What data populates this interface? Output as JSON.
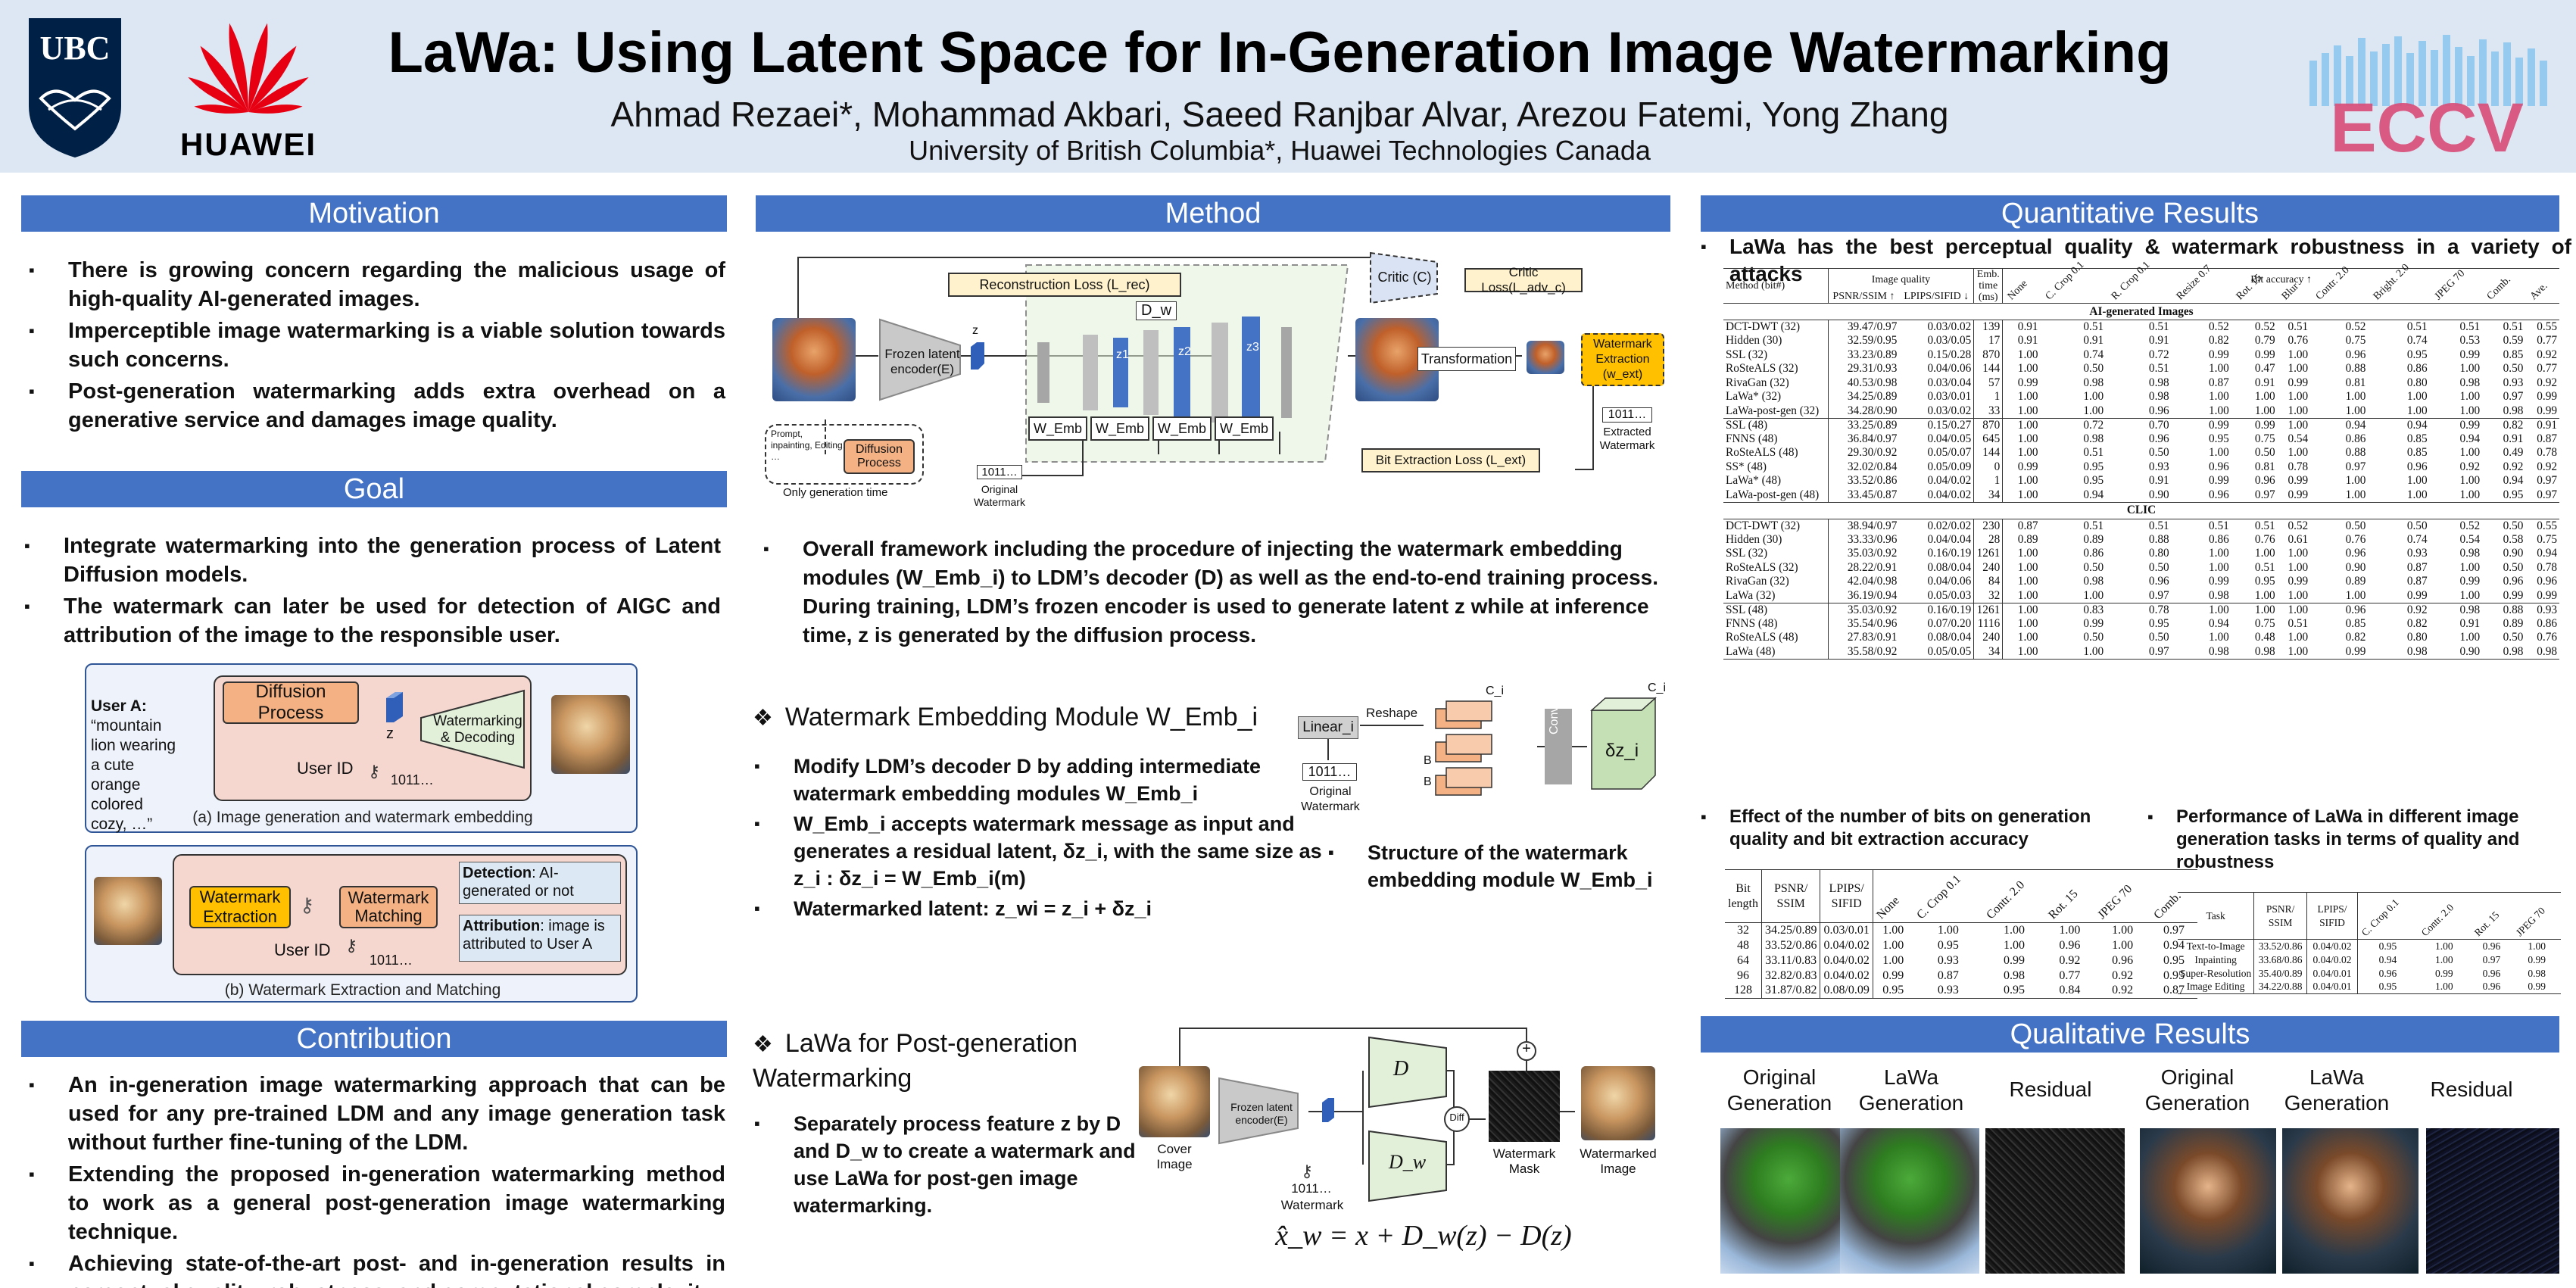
{
  "header": {
    "title": "LaWa: Using Latent Space for In-Generation Image Watermarking",
    "authors": "Ahmad Rezaei*, Mohammad Akbari, Saeed Ranjbar Alvar, Arezou Fatemi, Yong Zhang",
    "affiliation": "University of British Columbia*, Huawei Technologies Canada",
    "logo_ubc": "UBC",
    "logo_huawei": "HUAWEI",
    "logo_eccv": "ECCV"
  },
  "motivation": {
    "heading": "Motivation",
    "items": [
      "There is growing concern regarding the malicious usage of high-quality AI-generated images.",
      "Imperceptible image watermarking is a viable solution towards such concerns.",
      "Post-generation watermarking adds extra overhead on a generative service and damages image quality."
    ]
  },
  "goal": {
    "heading": "Goal",
    "items": [
      "Integrate watermarking into the generation process of Latent Diffusion models.",
      "The watermark can later be used for detection of AIGC and attribution of the image to the responsible user."
    ],
    "fig_a": {
      "user": "User A:",
      "prompt": "“mountain lion wearing a cute orange colored cozy, …”",
      "diffusion": "Diffusion Process",
      "z": "z",
      "wm_decoding": "Watermarking & Decoding",
      "user_id": "User ID",
      "bits": "1011…",
      "caption": "(a) Image generation and watermark embedding"
    },
    "fig_b": {
      "extraction": "Watermark Extraction",
      "matching": "Watermark Matching",
      "user_id": "User ID",
      "bits": "1011…",
      "detection_label": "Detection",
      "detection_text": ": AI-generated or not",
      "attribution_label": "Attribution",
      "attribution_text": ": image is attributed to User A",
      "caption": "(b) Watermark Extraction and Matching"
    }
  },
  "contribution": {
    "heading": "Contribution",
    "items": [
      "An in-generation image watermarking approach that can be used for any pre-trained LDM and any image generation task without further fine-tuning of the LDM.",
      "Extending the proposed in-generation watermarking method to work as a general post-generation image watermarking technique.",
      "Achieving state-of-the-art post- and in-generation results in perceptual quality, robustness, and computational complexity."
    ]
  },
  "method": {
    "heading": "Method",
    "fig1": {
      "rec_loss": "Reconstruction Loss (L_rec)",
      "critic": "Critic (C)",
      "critic_loss": "Critic Loss(L_adv_c)",
      "dw": "D_w",
      "frozen": "Frozen latent encoder(E)",
      "z": "z",
      "z1": "z1",
      "z2": "z2",
      "z3": "z3",
      "wemb": "W_Emb",
      "transformation": "Transformation",
      "wm_extraction": "Watermark Extraction (w_ext)",
      "extracted_bits": "1011…",
      "extracted_label": "Extracted Watermark",
      "bit_loss": "Bit Extraction Loss (L_ext)",
      "prompt": "Prompt, inpainting, Editing, …",
      "diffusion": "Diffusion Process",
      "only_gen": "Only generation time",
      "orig_bits": "1011…",
      "orig_label": "Original Watermark"
    },
    "fig1_caption": "Overall framework including the procedure of injecting the watermark embedding modules (W_Emb_i) to LDM’s decoder (D) as well as the end-to-end training process. During training, LDM’s frozen encoder is used to generate latent z while at inference time, z is generated by the diffusion process.",
    "wem": {
      "heading": "Watermark Embedding Module W_Emb_i",
      "items": [
        "Modify LDM’s decoder D by adding intermediate watermark embedding modules W_Emb_i",
        "W_Emb_i accepts watermark message as input and generates a residual latent, δz_i, with the same size as z_i : δz_i = W_Emb_i(m)",
        "Watermarked latent: z_wi = z_i + δz_i"
      ],
      "linear": "Linear_i",
      "reshape": "Reshape",
      "conv": "Conv_i",
      "dz": "δz_i",
      "ci": "C_i",
      "b": "B",
      "bits": "1011…",
      "orig_label": "Original Watermark",
      "struct_caption": "Structure of the watermark embedding module W_Emb_i"
    },
    "post": {
      "heading": "LaWa for Post-generation Watermarking",
      "items": [
        "Separately process feature z by D and D_w to create a watermark and use LaWa for post-gen image watermarking."
      ],
      "cover": "Cover Image",
      "frozen": "Frozen latent encoder(E)",
      "d": "D",
      "dw": "D_w",
      "diff": "Diff",
      "plus": "+",
      "mask": "Watermark Mask",
      "watermarked": "Watermarked Image",
      "bits": "1011…",
      "wm_label": "Watermark",
      "equation": "x̂_w = x + D_w(z) − D(z)"
    }
  },
  "quant": {
    "heading": "Quantitative Results",
    "lead": "LaWa has the best perceptual quality & watermark robustness in a variety of attacks",
    "main_table": {
      "method_head": "Method (bit#)",
      "iq_head": "Image quality",
      "psnr_head": "PSNR/SSIM ↑",
      "lpips_head": "LPIPS/SIFID ↓",
      "emb_head": "Emb. time (ms)",
      "bit_head": "Bit accuracy ↑",
      "attacks": [
        "None",
        "C. Crop 0.1",
        "R. Crop 0.1",
        "Resize 0.7",
        "Rot. 15",
        "Blur",
        "Contr. 2.0",
        "Bright. 2.0",
        "JPEG 70",
        "Comb.",
        "Ave."
      ],
      "sections": [
        {
          "name": "AI-generated Images",
          "groups": [
            [
              {
                "m": "DCT-DWT (32)",
                "p": "39.47/0.97",
                "l": "0.03/0.02",
                "t": "139",
                "v": [
                  "0.91",
                  "0.51",
                  "0.51",
                  "0.52",
                  "0.52",
                  "0.51",
                  "0.52",
                  "0.51",
                  "0.51",
                  "0.51",
                  "0.55"
                ]
              },
              {
                "m": "Hidden (30)",
                "p": "32.59/0.95",
                "l": "0.03/0.05",
                "t": "17",
                "v": [
                  "0.91",
                  "0.91",
                  "0.91",
                  "0.82",
                  "0.79",
                  "0.76",
                  "0.75",
                  "0.74",
                  "0.53",
                  "0.59",
                  "0.77"
                ]
              },
              {
                "m": "SSL (32)",
                "p": "33.23/0.89",
                "l": "0.15/0.28",
                "t": "870",
                "v": [
                  "1.00",
                  "0.74",
                  "0.72",
                  "0.99",
                  "0.99",
                  "1.00",
                  "0.96",
                  "0.95",
                  "0.99",
                  "0.85",
                  "0.92"
                ]
              },
              {
                "m": "RoSteALS (32)",
                "p": "29.31/0.93",
                "l": "0.04/0.06",
                "t": "144",
                "v": [
                  "1.00",
                  "0.50",
                  "0.51",
                  "1.00",
                  "0.47",
                  "1.00",
                  "0.88",
                  "0.86",
                  "1.00",
                  "0.50",
                  "0.77"
                ]
              },
              {
                "m": "RivaGan (32)",
                "p": "40.53/0.98",
                "l": "0.03/0.04",
                "t": "57",
                "v": [
                  "0.99",
                  "0.98",
                  "0.98",
                  "0.87",
                  "0.91",
                  "0.99",
                  "0.81",
                  "0.80",
                  "0.98",
                  "0.93",
                  "0.92"
                ]
              },
              {
                "m": "LaWa* (32)",
                "p": "34.25/0.89",
                "l": "0.03/0.01",
                "t": "1",
                "v": [
                  "1.00",
                  "1.00",
                  "0.98",
                  "1.00",
                  "1.00",
                  "1.00",
                  "1.00",
                  "1.00",
                  "1.00",
                  "0.97",
                  "0.99"
                ]
              },
              {
                "m": "LaWa-post-gen (32)",
                "p": "34.28/0.90",
                "l": "0.03/0.02",
                "t": "33",
                "v": [
                  "1.00",
                  "1.00",
                  "0.96",
                  "1.00",
                  "1.00",
                  "1.00",
                  "1.00",
                  "1.00",
                  "1.00",
                  "0.98",
                  "0.99"
                ]
              }
            ],
            [
              {
                "m": "SSL (48)",
                "p": "33.25/0.89",
                "l": "0.15/0.27",
                "t": "870",
                "v": [
                  "1.00",
                  "0.72",
                  "0.70",
                  "0.99",
                  "0.99",
                  "1.00",
                  "0.94",
                  "0.94",
                  "0.99",
                  "0.82",
                  "0.91"
                ]
              },
              {
                "m": "FNNS (48)",
                "p": "36.84/0.97",
                "l": "0.04/0.05",
                "t": "645",
                "v": [
                  "1.00",
                  "0.98",
                  "0.96",
                  "0.95",
                  "0.75",
                  "0.54",
                  "0.86",
                  "0.85",
                  "0.94",
                  "0.91",
                  "0.87"
                ]
              },
              {
                "m": "RoSteALS (48)",
                "p": "29.30/0.92",
                "l": "0.05/0.07",
                "t": "144",
                "v": [
                  "1.00",
                  "0.51",
                  "0.50",
                  "1.00",
                  "0.50",
                  "1.00",
                  "0.88",
                  "0.85",
                  "1.00",
                  "0.49",
                  "0.78"
                ]
              },
              {
                "m": "SS* (48)",
                "p": "32.02/0.84",
                "l": "0.05/0.09",
                "t": "0",
                "v": [
                  "0.99",
                  "0.95",
                  "0.93",
                  "0.96",
                  "0.81",
                  "0.78",
                  "0.97",
                  "0.96",
                  "0.92",
                  "0.92",
                  "0.92"
                ]
              },
              {
                "m": "LaWa* (48)",
                "p": "33.52/0.86",
                "l": "0.04/0.02",
                "t": "1",
                "v": [
                  "1.00",
                  "0.95",
                  "0.91",
                  "0.99",
                  "0.96",
                  "0.99",
                  "1.00",
                  "1.00",
                  "1.00",
                  "0.94",
                  "0.97"
                ]
              },
              {
                "m": "LaWa-post-gen (48)",
                "p": "33.45/0.87",
                "l": "0.04/0.02",
                "t": "34",
                "v": [
                  "1.00",
                  "0.94",
                  "0.90",
                  "0.96",
                  "0.97",
                  "0.99",
                  "1.00",
                  "1.00",
                  "1.00",
                  "0.95",
                  "0.97"
                ]
              }
            ]
          ]
        },
        {
          "name": "CLIC",
          "groups": [
            [
              {
                "m": "DCT-DWT (32)",
                "p": "38.94/0.97",
                "l": "0.02/0.02",
                "t": "230",
                "v": [
                  "0.87",
                  "0.51",
                  "0.51",
                  "0.51",
                  "0.51",
                  "0.52",
                  "0.50",
                  "0.50",
                  "0.52",
                  "0.50",
                  "0.55"
                ]
              },
              {
                "m": "Hidden (30)",
                "p": "33.33/0.96",
                "l": "0.04/0.04",
                "t": "28",
                "v": [
                  "0.89",
                  "0.89",
                  "0.88",
                  "0.86",
                  "0.76",
                  "0.61",
                  "0.76",
                  "0.74",
                  "0.54",
                  "0.58",
                  "0.75"
                ]
              },
              {
                "m": "SSL (32)",
                "p": "35.03/0.92",
                "l": "0.16/0.19",
                "t": "1261",
                "v": [
                  "1.00",
                  "0.86",
                  "0.80",
                  "1.00",
                  "1.00",
                  "1.00",
                  "0.96",
                  "0.93",
                  "0.98",
                  "0.90",
                  "0.94"
                ]
              },
              {
                "m": "RoSteALS (32)",
                "p": "28.22/0.91",
                "l": "0.08/0.04",
                "t": "240",
                "v": [
                  "1.00",
                  "0.50",
                  "0.50",
                  "1.00",
                  "0.51",
                  "1.00",
                  "0.90",
                  "0.87",
                  "1.00",
                  "0.50",
                  "0.78"
                ]
              },
              {
                "m": "RivaGan (32)",
                "p": "42.04/0.98",
                "l": "0.04/0.06",
                "t": "84",
                "v": [
                  "1.00",
                  "0.98",
                  "0.96",
                  "0.99",
                  "0.95",
                  "0.99",
                  "0.89",
                  "0.87",
                  "0.99",
                  "0.96",
                  "0.96"
                ]
              },
              {
                "m": "LaWa (32)",
                "p": "36.19/0.94",
                "l": "0.05/0.03",
                "t": "32",
                "v": [
                  "1.00",
                  "1.00",
                  "0.97",
                  "0.98",
                  "1.00",
                  "1.00",
                  "1.00",
                  "0.99",
                  "1.00",
                  "0.99",
                  "0.99"
                ]
              }
            ],
            [
              {
                "m": "SSL (48)",
                "p": "35.03/0.92",
                "l": "0.16/0.19",
                "t": "1261",
                "v": [
                  "1.00",
                  "0.83",
                  "0.78",
                  "1.00",
                  "1.00",
                  "1.00",
                  "0.96",
                  "0.92",
                  "0.98",
                  "0.88",
                  "0.93"
                ]
              },
              {
                "m": "FNNS (48)",
                "p": "35.54/0.96",
                "l": "0.07/0.20",
                "t": "1116",
                "v": [
                  "1.00",
                  "0.99",
                  "0.95",
                  "0.94",
                  "0.75",
                  "0.51",
                  "0.85",
                  "0.82",
                  "0.91",
                  "0.89",
                  "0.86"
                ]
              },
              {
                "m": "RoSteALS (48)",
                "p": "27.83/0.91",
                "l": "0.08/0.04",
                "t": "240",
                "v": [
                  "1.00",
                  "0.50",
                  "0.50",
                  "1.00",
                  "0.48",
                  "1.00",
                  "0.82",
                  "0.80",
                  "1.00",
                  "0.50",
                  "0.76"
                ]
              },
              {
                "m": "LaWa (48)",
                "p": "35.58/0.92",
                "l": "0.05/0.05",
                "t": "34",
                "v": [
                  "1.00",
                  "1.00",
                  "0.97",
                  "0.98",
                  "0.98",
                  "1.00",
                  "0.99",
                  "0.98",
                  "0.90",
                  "0.98",
                  "0.98"
                ]
              }
            ]
          ]
        }
      ]
    },
    "bits_note": "Effect of the number of bits on generation quality and bit extraction accuracy",
    "bits_table": {
      "head": [
        "Bit length",
        "PSNR/ SSIM",
        "LPIPS/ SIFID",
        "None",
        "C. Crop 0.1",
        "Contr. 2.0",
        "Rot. 15",
        "JPEG 70",
        "Comb."
      ],
      "rows": [
        [
          "32",
          "34.25/0.89",
          "0.03/0.01",
          "1.00",
          "1.00",
          "1.00",
          "1.00",
          "1.00",
          "0.97"
        ],
        [
          "48",
          "33.52/0.86",
          "0.04/0.02",
          "1.00",
          "0.95",
          "1.00",
          "0.96",
          "1.00",
          "0.94"
        ],
        [
          "64",
          "33.11/0.83",
          "0.04/0.02",
          "1.00",
          "0.93",
          "0.99",
          "0.92",
          "0.96",
          "0.95"
        ],
        [
          "96",
          "32.82/0.83",
          "0.04/0.02",
          "0.99",
          "0.87",
          "0.98",
          "0.77",
          "0.92",
          "0.95"
        ],
        [
          "128",
          "31.87/0.82",
          "0.08/0.09",
          "0.95",
          "0.93",
          "0.95",
          "0.84",
          "0.92",
          "0.87"
        ]
      ]
    },
    "task_note": "Performance of LaWa in different image generation tasks in terms of quality and robustness",
    "task_table": {
      "head": [
        "Task",
        "PSNR/ SSIM",
        "LPIPS/ SIFID",
        "C. Crop 0.1",
        "Contr. 2.0",
        "Rot. 15",
        "JPEG 70"
      ],
      "rows": [
        [
          "Text-to-Image",
          "33.52/0.86",
          "0.04/0.02",
          "0.95",
          "1.00",
          "0.96",
          "1.00"
        ],
        [
          "Inpainting",
          "33.68/0.86",
          "0.04/0.02",
          "0.94",
          "1.00",
          "0.97",
          "0.99"
        ],
        [
          "Super-Resolution",
          "35.40/0.89",
          "0.04/0.01",
          "0.96",
          "0.99",
          "0.96",
          "0.98"
        ],
        [
          "Image Editing",
          "34.22/0.88",
          "0.04/0.01",
          "0.95",
          "1.00",
          "0.96",
          "0.99"
        ]
      ]
    }
  },
  "qual": {
    "heading": "Qualitative Results",
    "cols": [
      "Original Generation",
      "LaWa Generation",
      "Residual",
      "Original Generation",
      "LaWa Generation",
      "Residual"
    ]
  }
}
